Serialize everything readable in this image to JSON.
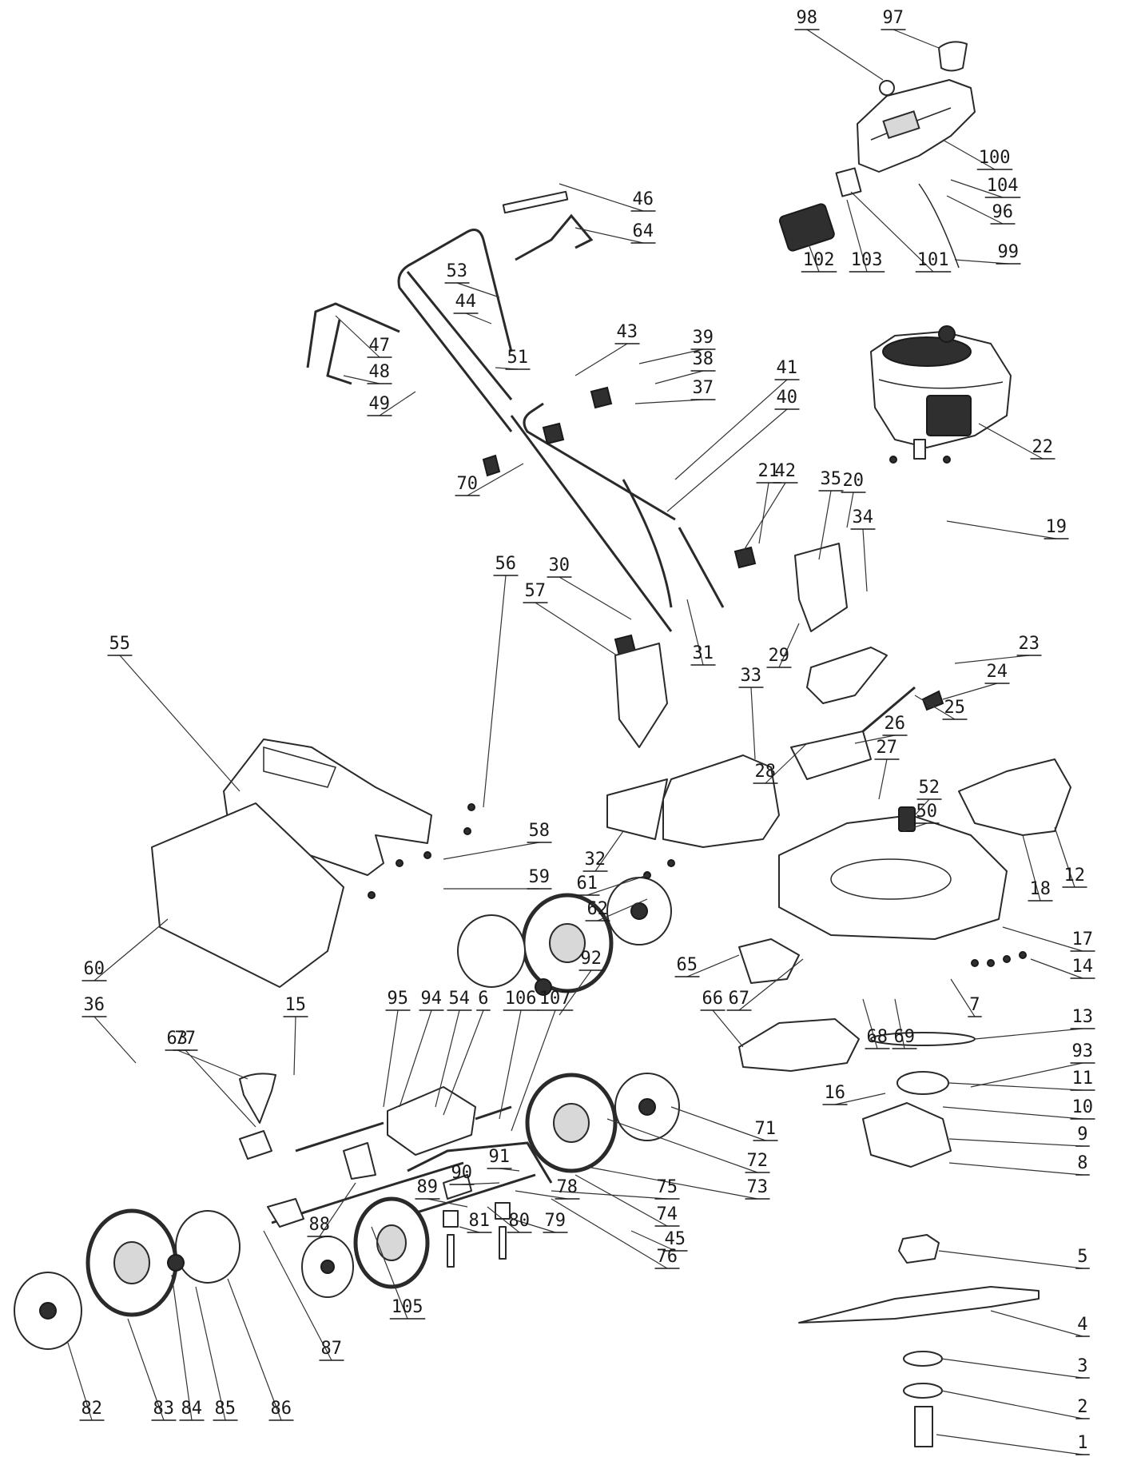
{
  "title": "",
  "labels": [
    "1",
    "2",
    "3",
    "4",
    "5",
    "6",
    "7",
    "8",
    "9",
    "10",
    "11",
    "12",
    "13",
    "14",
    "15",
    "16",
    "17",
    "18",
    "19",
    "20",
    "21",
    "22",
    "23",
    "24",
    "25",
    "26",
    "27",
    "28",
    "29",
    "30",
    "31",
    "32",
    "33",
    "34",
    "35",
    "36",
    "37",
    "38",
    "39",
    "40",
    "41",
    "42",
    "43",
    "44",
    "45",
    "46",
    "47",
    "48",
    "49",
    "50",
    "51",
    "52",
    "53",
    "54",
    "55",
    "56",
    "57",
    "58",
    "59",
    "60",
    "61",
    "62",
    "63",
    "64",
    "65",
    "66",
    "67",
    "68",
    "69",
    "70",
    "71",
    "72",
    "73",
    "74",
    "75",
    "76",
    "77",
    "78",
    "79",
    "80",
    "81",
    "82",
    "83",
    "84",
    "85",
    "86",
    "87",
    "88",
    "89",
    "90",
    "91",
    "92",
    "93",
    "94",
    "95",
    "96",
    "97",
    "98",
    "99",
    "100",
    "101",
    "102",
    "103",
    "104",
    "105",
    "106",
    "107"
  ],
  "icons": {
    "engine": "engine-icon",
    "deck": "mower-deck-icon",
    "blade": "blade-icon",
    "grass_bag": "grass-bag-icon",
    "wheel": "wheel-icon",
    "handle": "handle-icon",
    "battery": "battery-icon"
  },
  "colors": {
    "line": "#2a2a2a",
    "background": "#ffffff",
    "dark_part": "#2f2f2f"
  }
}
